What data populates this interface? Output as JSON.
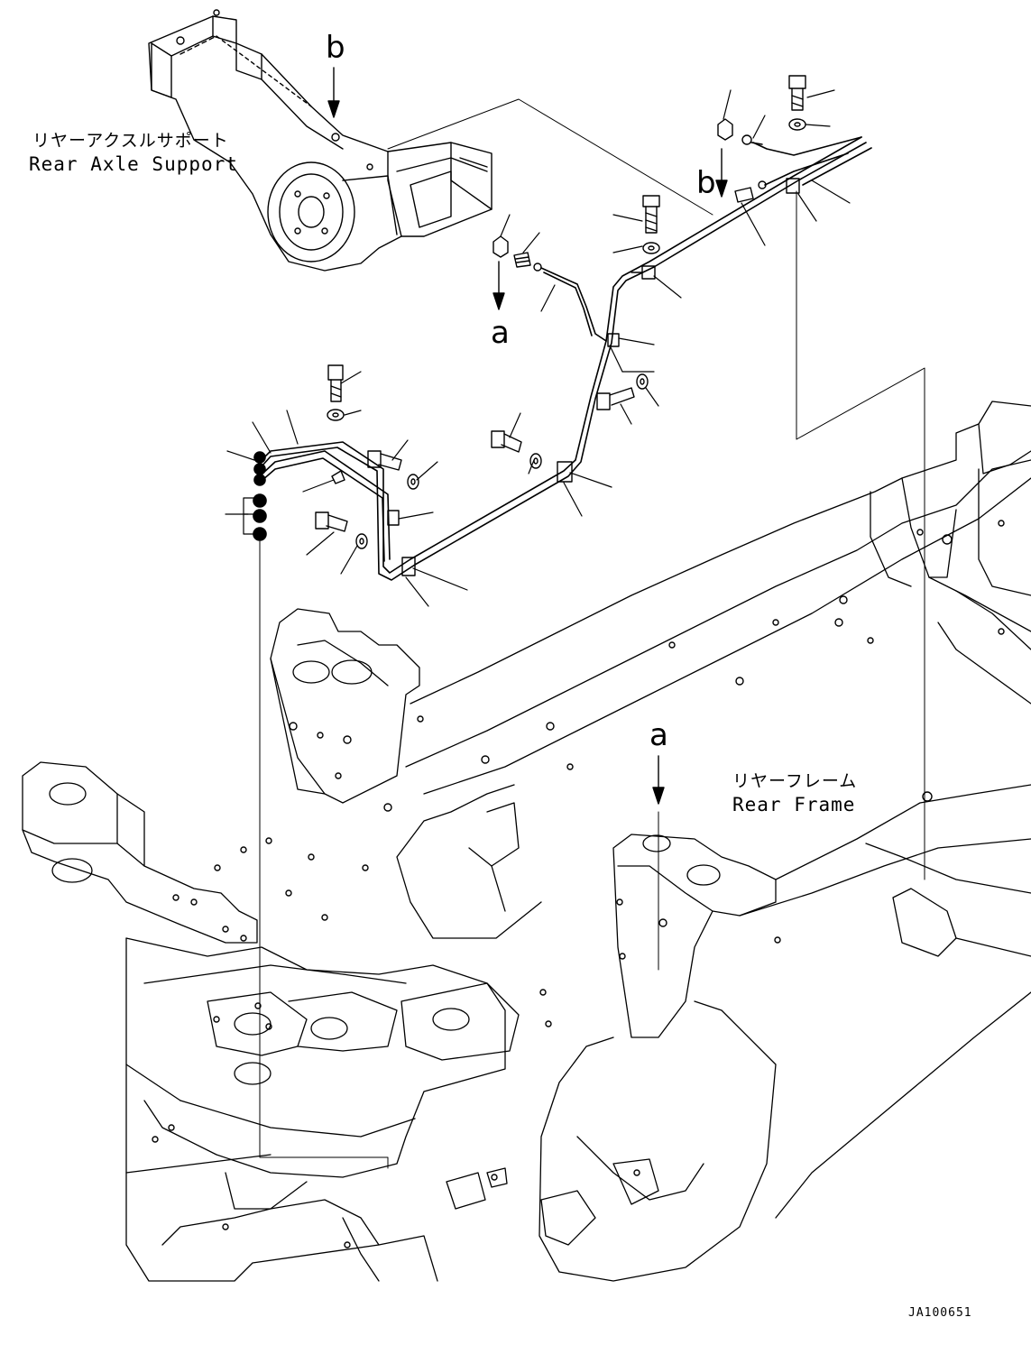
{
  "labels": {
    "rear_axle_support_jp": "リヤーアクスルサポート",
    "rear_axle_support_en": "Rear Axle Support",
    "rear_frame_jp": "リヤーフレーム",
    "rear_frame_en": "Rear Frame"
  },
  "callouts": {
    "b_top": "b",
    "b_mid": "b",
    "a_mid": "a",
    "a_lower": "a"
  },
  "document_id": "JA100651",
  "colors": {
    "line": "#000000",
    "background": "#ffffff"
  }
}
